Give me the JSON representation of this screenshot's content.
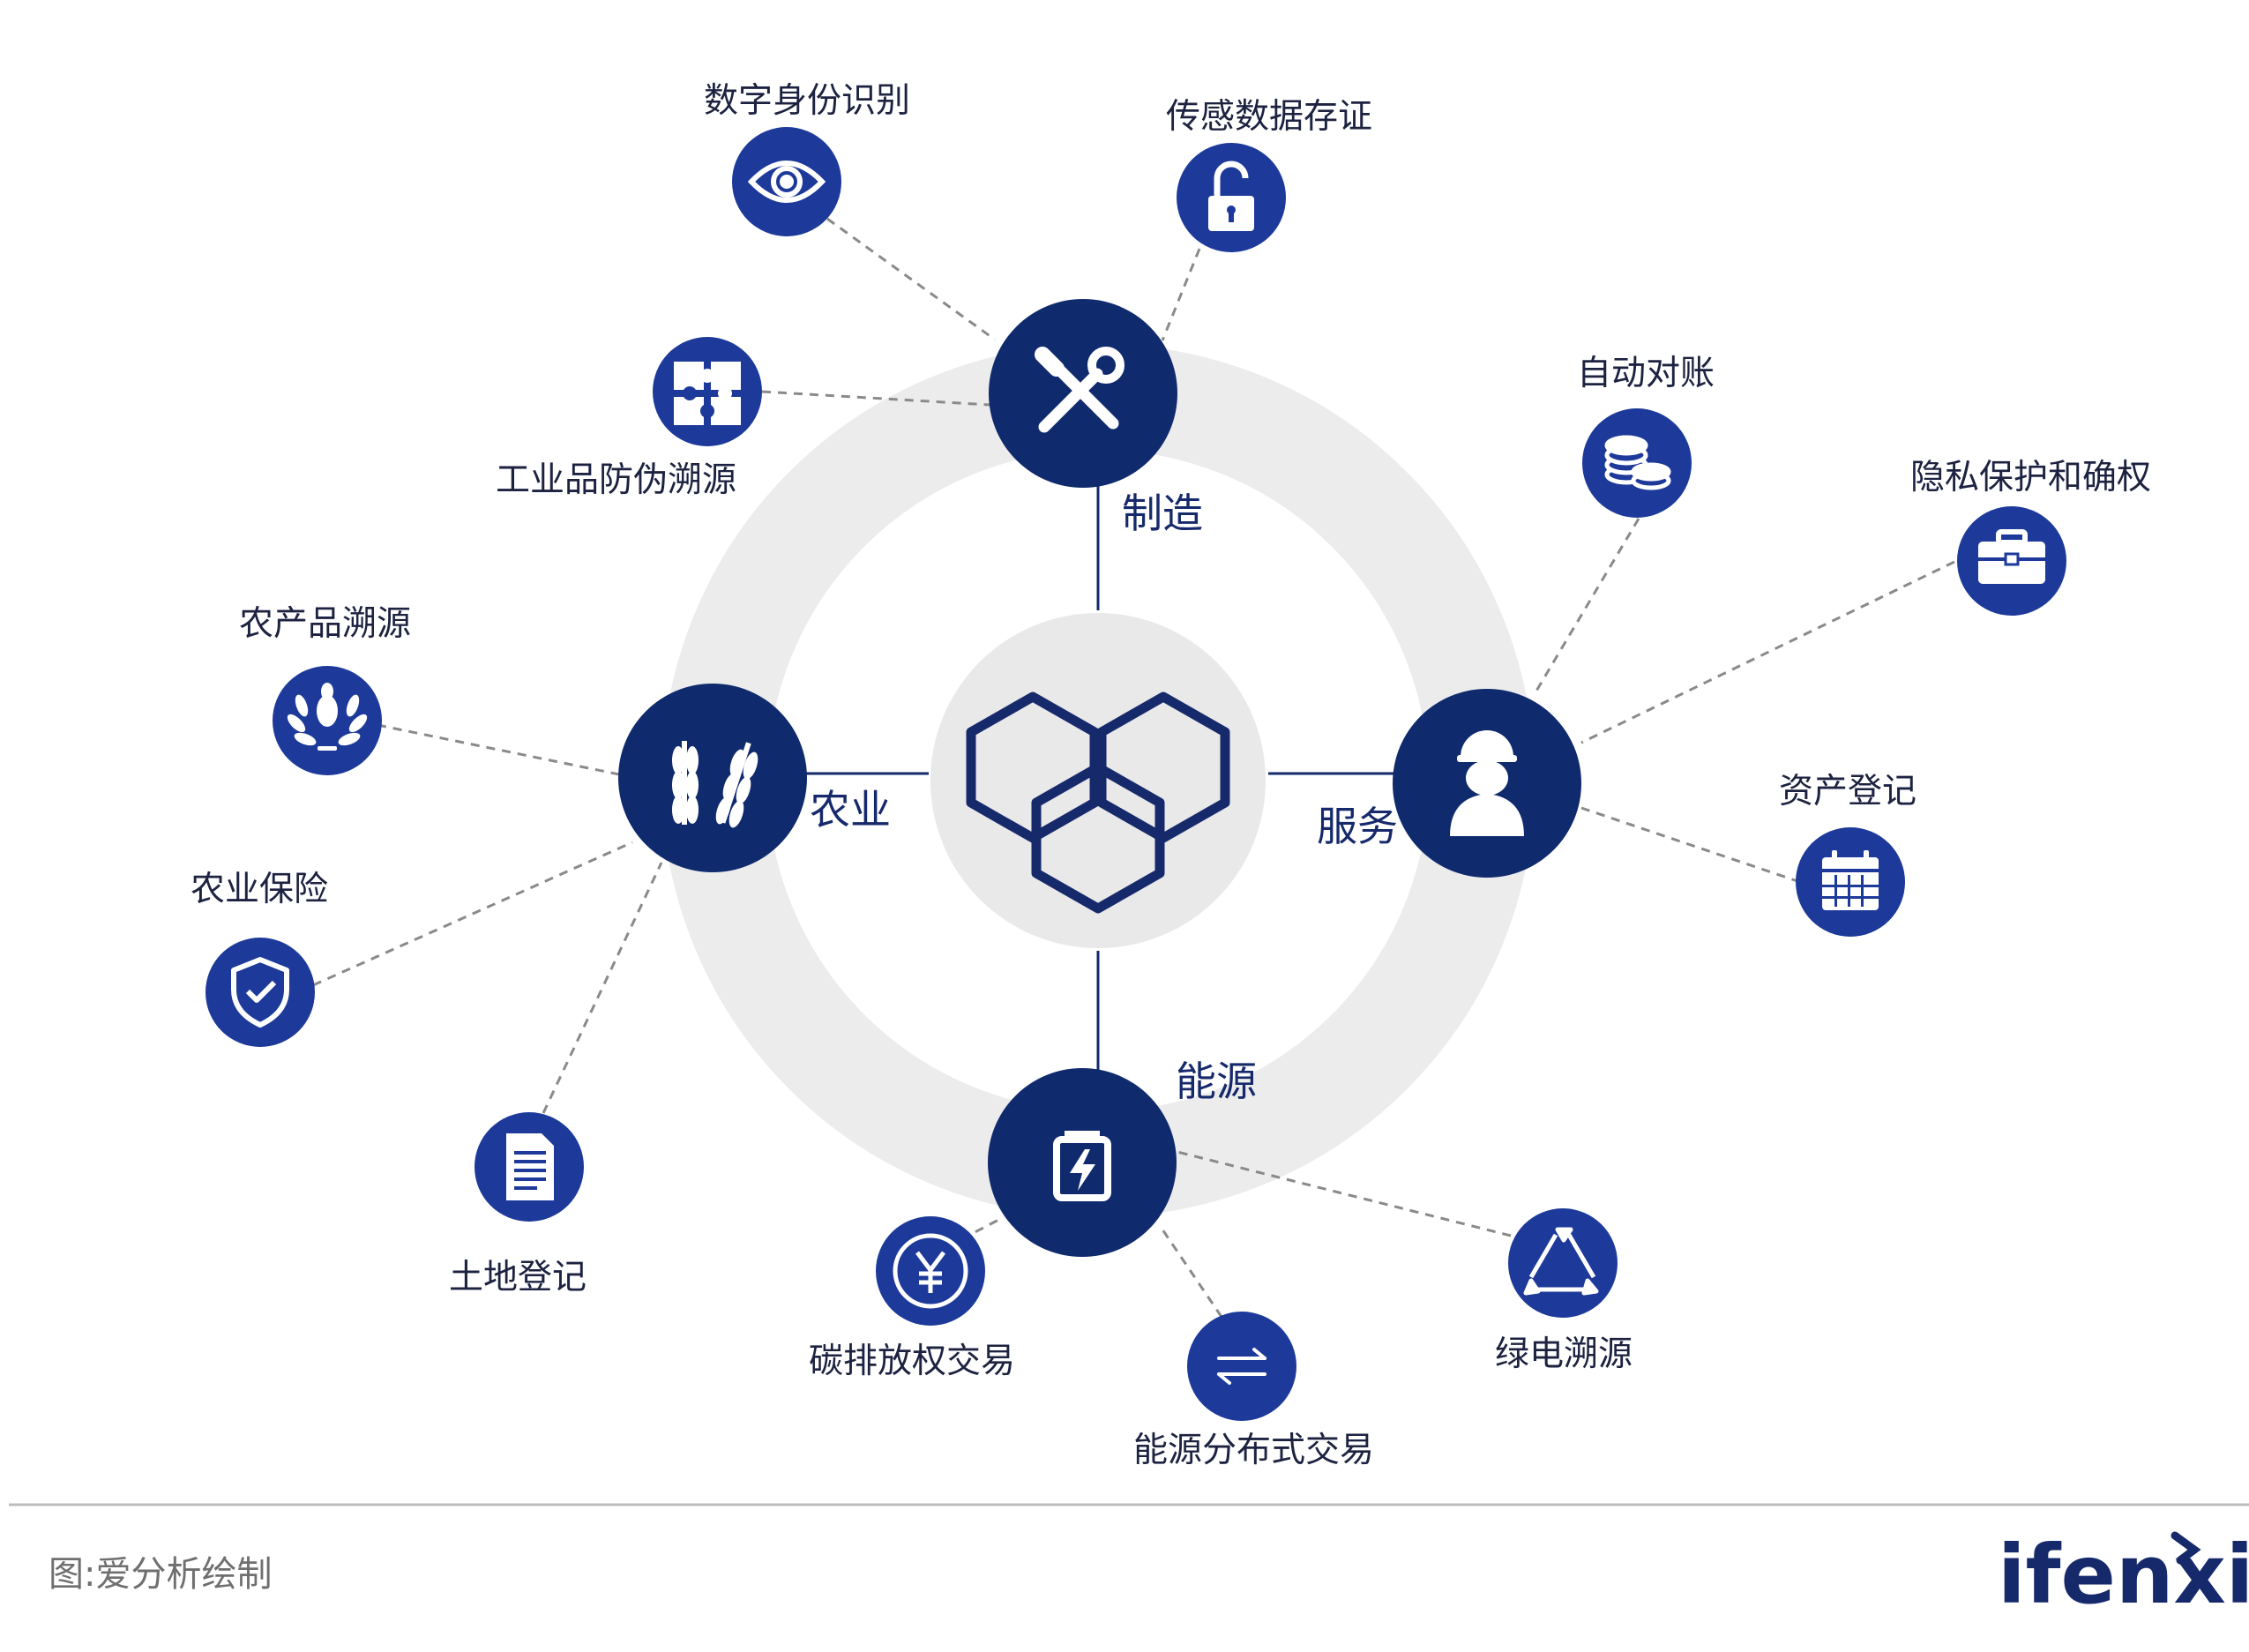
{
  "colors": {
    "hub": "#102a6e",
    "leaf": "#1d3a9a",
    "ring": "#ececec",
    "center": "#e9e9e9",
    "connector": "#8a8a8a",
    "axis": "#16296b"
  },
  "center": {
    "icon": "hexagon-chain-icon"
  },
  "hubs": [
    {
      "id": "manufacturing",
      "label": "制造",
      "icon": "tools-icon"
    },
    {
      "id": "agriculture",
      "label": "农业",
      "icon": "wheat-icon"
    },
    {
      "id": "service",
      "label": "服务",
      "icon": "worker-icon"
    },
    {
      "id": "energy",
      "label": "能源",
      "icon": "battery-icon"
    }
  ],
  "leaves": [
    {
      "id": "digital-id",
      "hub": "manufacturing",
      "label": "数字身份识别",
      "icon": "eye-icon"
    },
    {
      "id": "sensor-data",
      "hub": "manufacturing",
      "label": "传感数据存证",
      "icon": "lock-icon"
    },
    {
      "id": "industrial-trace",
      "hub": "manufacturing",
      "label": "工业品防伪溯源",
      "icon": "puzzle-icon"
    },
    {
      "id": "auto-reconcile",
      "hub": "service",
      "label": "自动对账",
      "icon": "coins-icon"
    },
    {
      "id": "privacy",
      "hub": "service",
      "label": "隐私保护和确权",
      "icon": "briefcase-icon"
    },
    {
      "id": "asset-registry",
      "hub": "service",
      "label": "资产登记",
      "icon": "calendar-icon"
    },
    {
      "id": "agri-trace",
      "hub": "agriculture",
      "label": "农产品溯源",
      "icon": "laurel-icon"
    },
    {
      "id": "agri-insurance",
      "hub": "agriculture",
      "label": "农业保险",
      "icon": "shield-check-icon"
    },
    {
      "id": "land-registry",
      "hub": "agriculture",
      "label": "土地登记",
      "icon": "document-icon"
    },
    {
      "id": "carbon-trade",
      "hub": "energy",
      "label": "碳排放权交易",
      "icon": "yen-icon"
    },
    {
      "id": "energy-trade",
      "hub": "energy",
      "label": "能源分布式交易",
      "icon": "exchange-icon"
    },
    {
      "id": "green-trace",
      "hub": "energy",
      "label": "绿电溯源",
      "icon": "recycle-icon"
    }
  ],
  "caption": "图:爱分析绘制",
  "logo": "ifenxi"
}
